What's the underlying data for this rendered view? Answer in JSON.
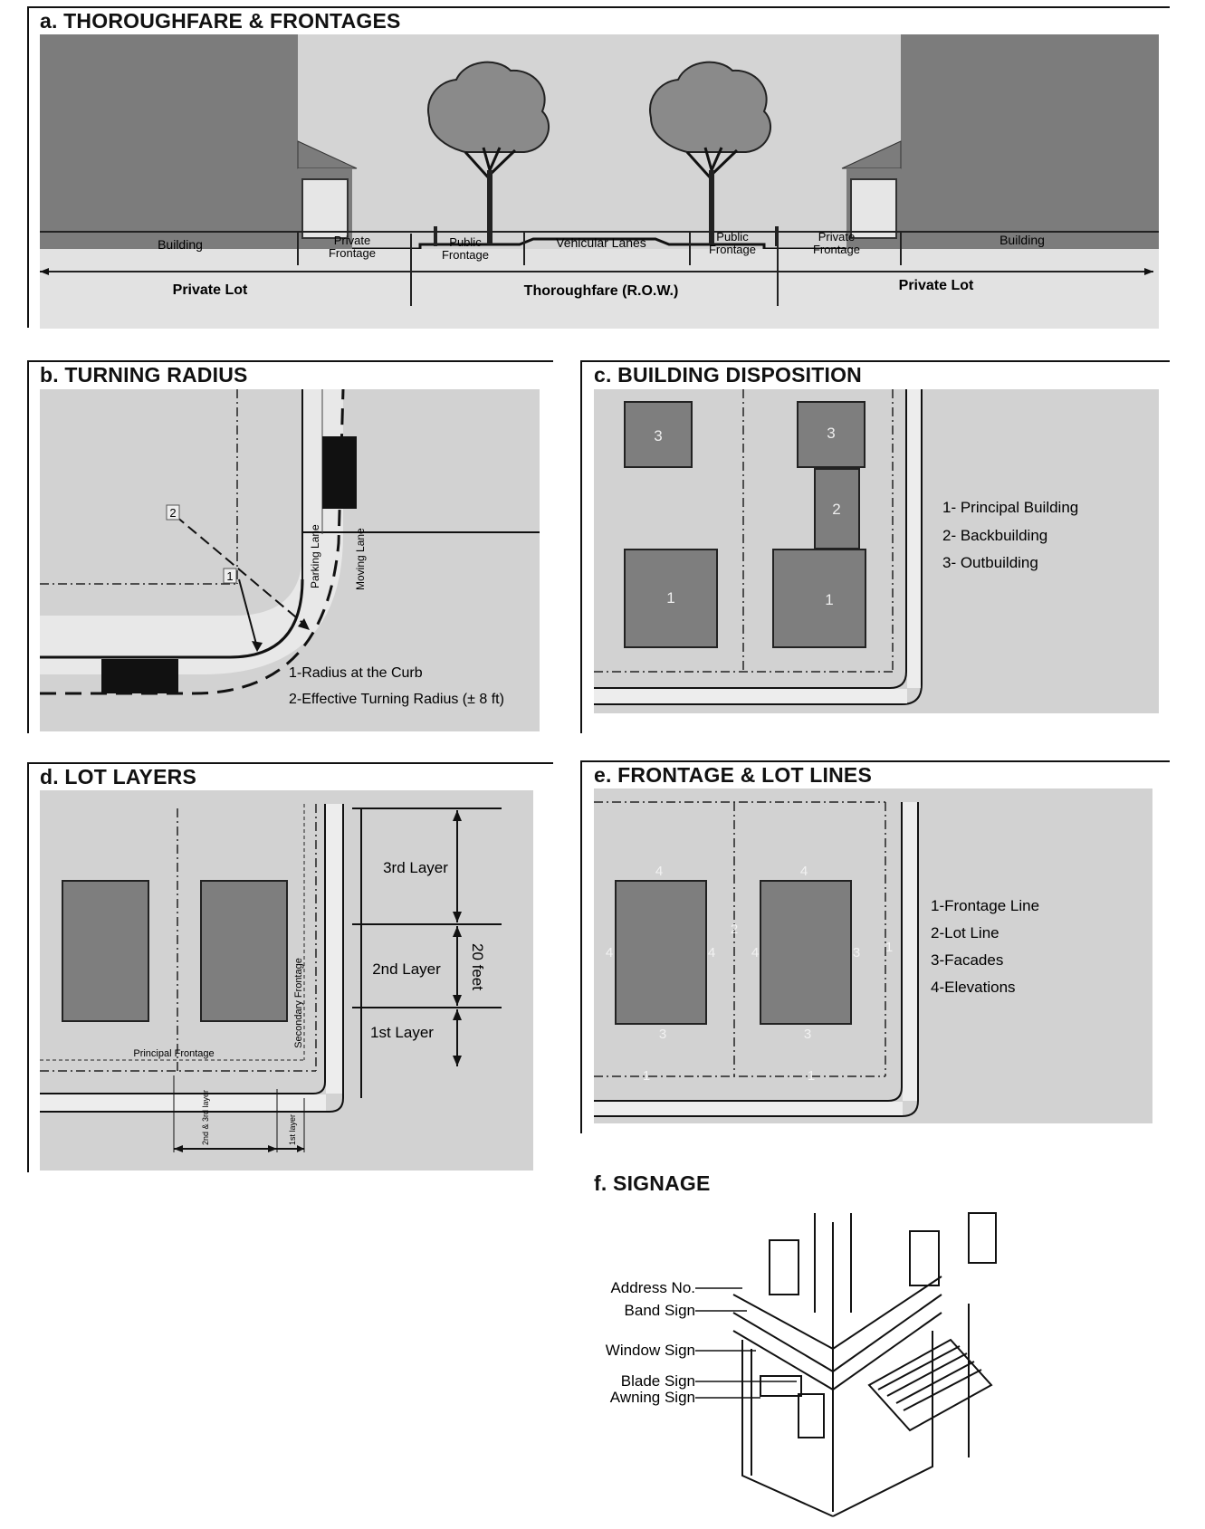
{
  "panels": {
    "a": {
      "title": "a.  THOROUGHFARE & FRONTAGES",
      "labels": {
        "building_left": "Building",
        "private_frontage_left": [
          "Private",
          "Frontage"
        ],
        "public_frontage_left": [
          "Public",
          "Frontage"
        ],
        "vehicular_lanes": "Vehicular Lanes",
        "public_frontage_right": [
          "Public",
          "Frontage"
        ],
        "private_frontage_right": [
          "Private",
          "Frontage"
        ],
        "building_right": "Building",
        "private_lot_left": "Private Lot",
        "thoroughfare": "Thoroughfare (R.O.W.)",
        "private_lot_right": "Private Lot"
      }
    },
    "b": {
      "title": "b.  TURNING RADIUS",
      "labels": {
        "parking_lane": "Parking Lane",
        "moving_lane": "Moving Lane",
        "marker_1": "1",
        "marker_2": "2",
        "legend_1": "1-Radius at the Curb",
        "legend_2": "2-Effective Turning Radius (± 8 ft)"
      }
    },
    "c": {
      "title": "c.  BUILDING DISPOSITION",
      "labels": {
        "n1": "1",
        "n2": "2",
        "n3": "3",
        "legend": [
          "1- Principal Building",
          "2- Backbuilding",
          "3- Outbuilding"
        ]
      }
    },
    "d": {
      "title": "d.  LOT LAYERS",
      "labels": {
        "layer3": "3rd Layer",
        "layer2": "2nd Layer",
        "layer1": "1st Layer",
        "twenty_feet": "20 feet",
        "principal_frontage": "Principal Frontage",
        "secondary_frontage": "Secondary Frontage",
        "layer_23": "2nd & 3rd layer",
        "layer_1": "1st layer"
      }
    },
    "e": {
      "title": "e.  FRONTAGE & LOT LINES",
      "labels": {
        "n1": "1",
        "n2": "2",
        "n3": "3",
        "n4": "4",
        "legend": [
          "1-Frontage Line",
          "2-Lot Line",
          "3-Facades",
          "4-Elevations"
        ]
      }
    },
    "f": {
      "title": "f.  SIGNAGE",
      "labels": [
        "Address No.",
        "Band Sign",
        "Window Sign",
        "Blade Sign",
        "Awning Sign"
      ]
    }
  },
  "colors": {
    "background_gray": "#d9d9d9",
    "light_gray": "#e8e8e8",
    "building_gray": "#7c7c7c",
    "dark": "#1a1a1a"
  }
}
